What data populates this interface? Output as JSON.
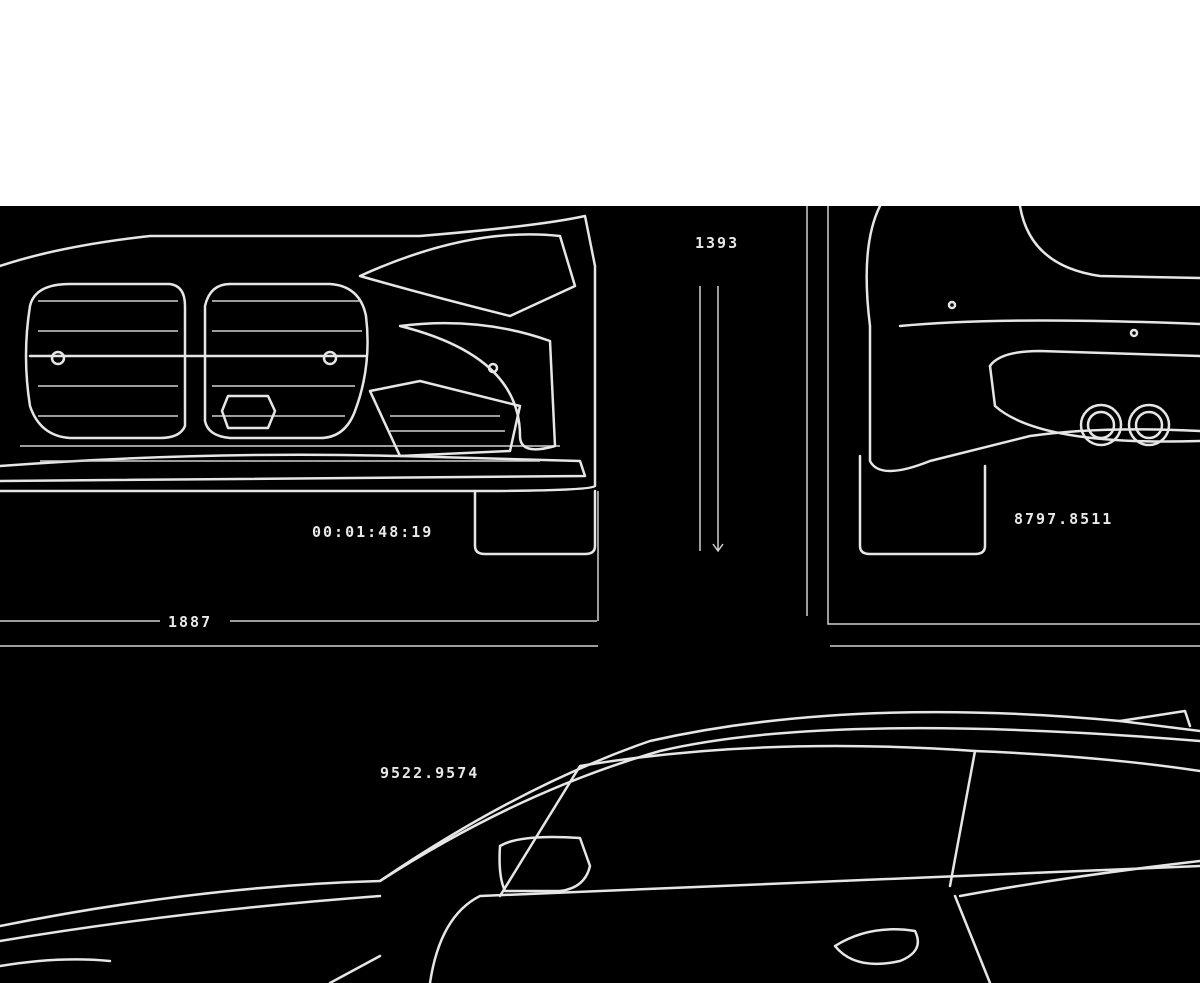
{
  "labels": {
    "front_width": "1887",
    "height": "1393",
    "timecode": "00:01:48:19",
    "rear_value": "8797.8511",
    "side_value": "9522.9574"
  },
  "colors": {
    "background": "#000000",
    "lines": "#e6e6e6",
    "top_margin": "#ffffff"
  }
}
